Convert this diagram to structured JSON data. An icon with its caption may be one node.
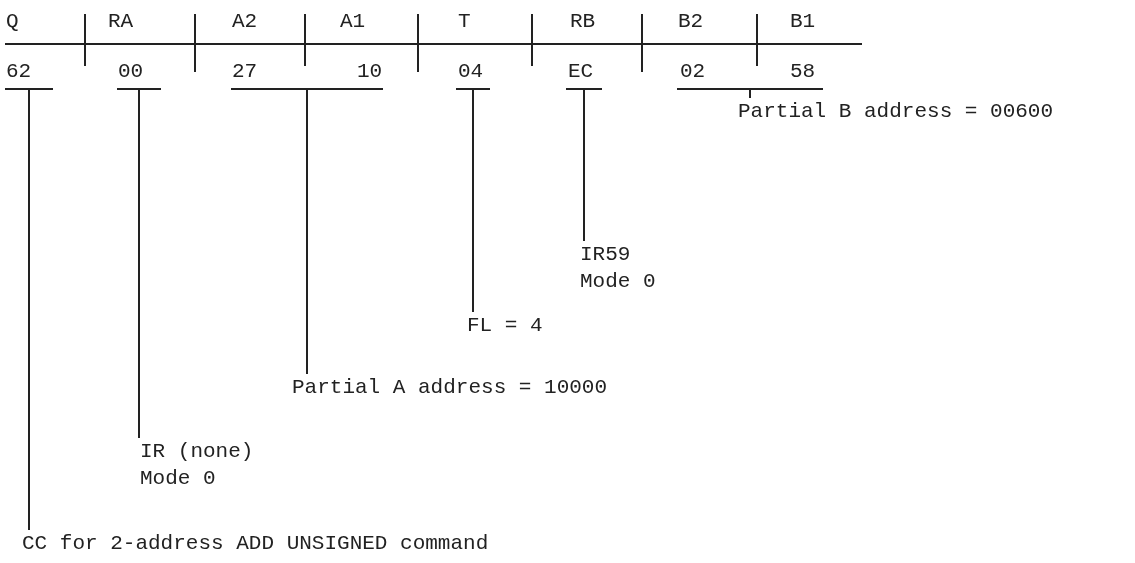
{
  "diagram": {
    "nodes": [
      {
        "text": [],
        "shape": "bar"
      },
      {
        "text": [],
        "shape": "bar"
      },
      {
        "text": [],
        "shape": "bar"
      },
      {
        "text": [],
        "shape": "bar"
      },
      {
        "text": [],
        "shape": "bar"
      },
      {
        "text": [],
        "shape": "bar"
      },
      {
        "text": [
          "Partial B address = 00600"
        ]
      },
      {
        "text": [
          "IR59 Mode 0"
        ]
      },
      {
        "text": [
          "FL = 4"
        ]
      },
      {
        "text": [
          "Partial A address = 10000"
        ]
      },
      {
        "text": [
          "IR (none) Mode 0"
        ]
      },
      {
        "text": [
          "CC for 2-address ADD UNSIGNED command"
        ]
      }
    ],
    "edges": [
      {
        "from": 6,
        "to": 5,
        "arrow": "none"
      },
      {
        "from": 7,
        "to": 4,
        "arrow": "none"
      },
      {
        "from": 8,
        "to": 3,
        "arrow": "none"
      },
      {
        "from": 9,
        "to": 2,
        "arrow": "none"
      },
      {
        "from": 10,
        "to": 1,
        "arrow": "none"
      },
      {
        "from": 11,
        "to": 0,
        "arrow": "none"
      }
    ],
    "labels": [
      "Q",
      "RA",
      "A2",
      "A1",
      "T",
      "RB",
      "B2",
      "B1",
      "62",
      "00",
      "27",
      "10",
      "04",
      "EC",
      "02",
      "58"
    ]
  }
}
